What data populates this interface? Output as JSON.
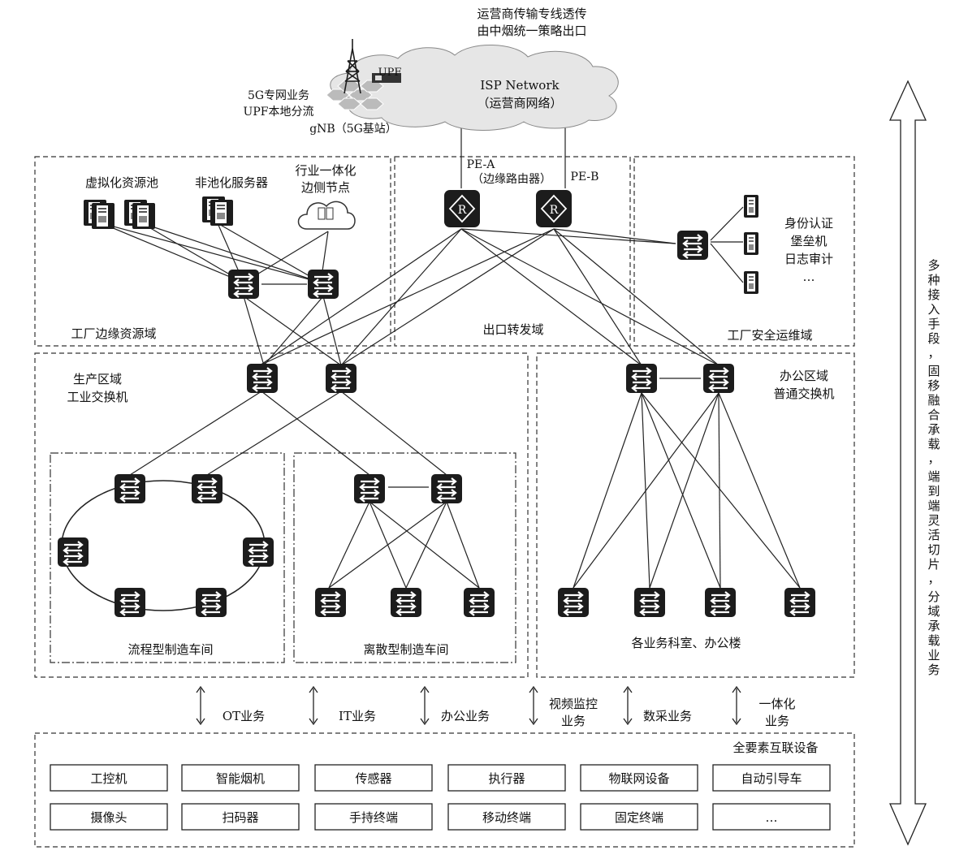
{
  "top_note": [
    "运营商传输专线透传",
    "由中烟统一策略出口"
  ],
  "isp": {
    "line1": "ISP Network",
    "line2": "（运营商网络）"
  },
  "upf_label": "UPF",
  "fiveg": {
    "line1": "5G专网业务",
    "line2": "UPF本地分流",
    "gnb": "gNB（5G基站）"
  },
  "pe": {
    "a": "PE-A",
    "sub": "（边缘路由器）",
    "b": "PE-B",
    "router_symbol": "R"
  },
  "edge_domain": {
    "title": "工厂边缘资源域",
    "virt_pool": "虚拟化资源池",
    "nonpool": "非池化服务器",
    "integrated": [
      "行业一体化",
      "边侧节点"
    ]
  },
  "egress_domain": {
    "title": "出口转发域"
  },
  "security_domain": {
    "title": "工厂安全运维域",
    "items": [
      "身份认证",
      "堡垒机",
      "日志审计",
      "…"
    ]
  },
  "production": {
    "title": [
      "生产区域",
      "工业交换机"
    ],
    "flow_workshop": "流程型制造车间",
    "discrete_workshop": "离散型制造车间"
  },
  "office": {
    "title": [
      "办公区域",
      "普通交换机"
    ],
    "offices": "各业务科室、办公楼"
  },
  "services": [
    {
      "label": [
        "OT业务"
      ]
    },
    {
      "label": [
        "IT业务"
      ]
    },
    {
      "label": [
        "办公业务"
      ]
    },
    {
      "label": [
        "视频监控",
        "业务"
      ]
    },
    {
      "label": [
        "数采业务"
      ]
    },
    {
      "label": [
        "一体化",
        "业务"
      ]
    }
  ],
  "devices": {
    "title": "全要素互联设备",
    "row1": [
      "工控机",
      "智能烟机",
      "传感器",
      "执行器",
      "物联网设备",
      "自动引导车"
    ],
    "row2": [
      "摄像头",
      "扫码器",
      "手持终端",
      "移动终端",
      "固定终端",
      "…"
    ]
  },
  "side_note": [
    "多种接入手段，",
    "固移融合承载，",
    "端到端灵活切片，",
    "分域承载业务"
  ],
  "icons": {
    "switch": "switch-icon",
    "router": "router-icon",
    "server": "server-icon",
    "cloud": "cloud-icon",
    "tower": "antenna-tower-icon",
    "hex_cells": "hex-cell-icon"
  }
}
